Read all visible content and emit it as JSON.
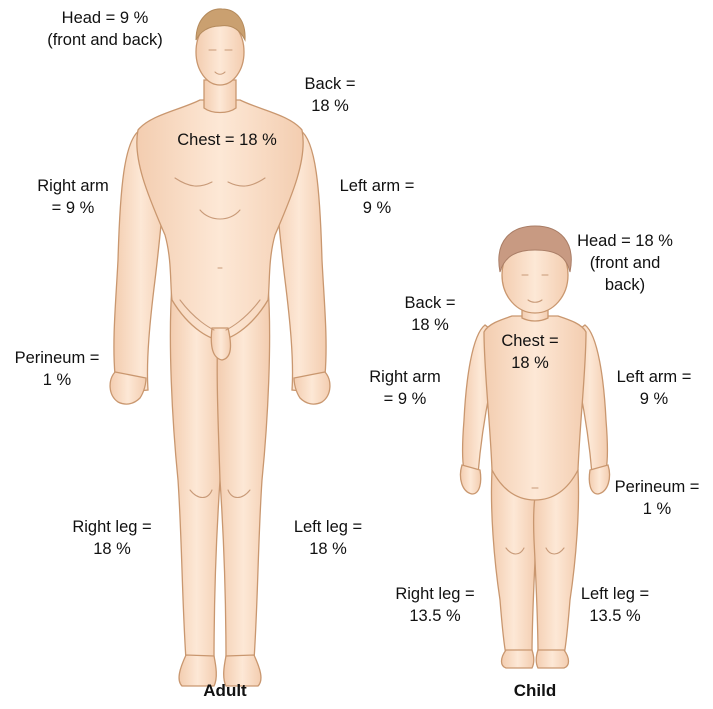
{
  "figures": {
    "adult": {
      "caption": "Adult",
      "labels": {
        "head": "Head = 9 %\n(front and back)",
        "back": "Back =\n18 %",
        "chest": "Chest = 18 %",
        "right_arm": "Right arm\n= 9 %",
        "left_arm": "Left arm =\n9 %",
        "perineum": "Perineum =\n1 %",
        "right_leg": "Right leg =\n18 %",
        "left_leg": "Left leg =\n18 %"
      }
    },
    "child": {
      "caption": "Child",
      "labels": {
        "head": "Head = 18 %\n(front and\nback)",
        "back": "Back =\n18 %",
        "chest": "Chest =\n18 %",
        "right_arm": "Right arm\n= 9 %",
        "left_arm": "Left arm =\n9 %",
        "perineum": "Perineum =\n1 %",
        "right_leg": "Right leg =\n13.5 %",
        "left_leg": "Left leg =\n13.5 %"
      }
    }
  },
  "colors": {
    "skin_light": "#fbe3cf",
    "skin_shadow": "#f1c9a8",
    "outline": "#c9976f",
    "adult_hair": "#caa070",
    "child_hair": "#c89a82"
  }
}
